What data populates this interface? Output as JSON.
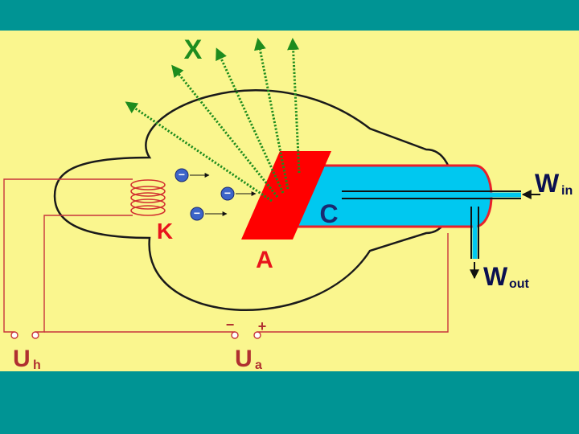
{
  "colors": {
    "band": "#009494",
    "background": "#FAF68E",
    "tube_outline": "#1A1A1A",
    "anode": "#FF0000",
    "cooling_fill": "#00C8F0",
    "cooling_outline": "#E8202A",
    "wire": "#C8343C",
    "label_red": "#E8141C",
    "label_dark": "#B03030",
    "label_navy": "#0A1050",
    "xray_green": "#1E8C1E",
    "electron": "#3C64C8"
  },
  "labels": {
    "xray": "X",
    "cathode": "K",
    "anode": "A",
    "cooling": "C",
    "w_in_main": "W",
    "w_in_sub": "in",
    "w_out_main": "W",
    "w_out_sub": "out",
    "uh_main": "U",
    "uh_sub": "h",
    "ua_main": "U",
    "ua_sub": "a",
    "minus": "−",
    "plus": "+",
    "electron_sign": "−"
  }
}
